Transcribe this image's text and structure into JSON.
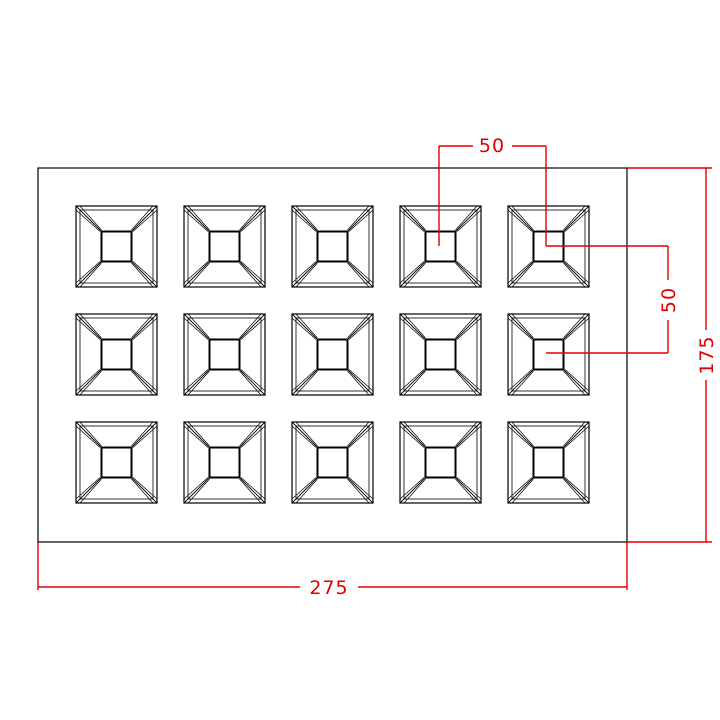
{
  "drawing": {
    "type": "technical drawing - pyramid cavity mold plate",
    "grid": {
      "rows": 3,
      "columns": 5
    },
    "colors": {
      "outline": "#000000",
      "dimension": "#e00000",
      "background": "#ffffff"
    }
  },
  "dimensions": {
    "pitch_horizontal": "50",
    "pitch_vertical": "50",
    "overall_height": "175",
    "overall_width": "275"
  }
}
